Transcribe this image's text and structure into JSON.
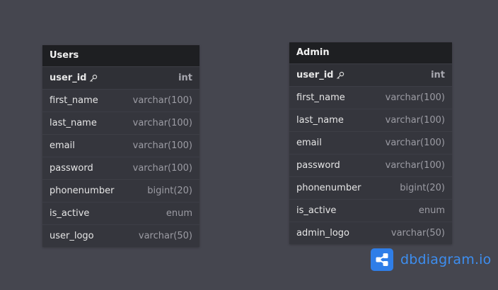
{
  "tables": [
    {
      "name": "Users",
      "columns": [
        {
          "name": "user_id",
          "type": "int",
          "pk": true
        },
        {
          "name": "first_name",
          "type": "varchar(100)"
        },
        {
          "name": "last_name",
          "type": "varchar(100)"
        },
        {
          "name": "email",
          "type": "varchar(100)"
        },
        {
          "name": "password",
          "type": "varchar(100)"
        },
        {
          "name": "phonenumber",
          "type": "bigint(20)"
        },
        {
          "name": "is_active",
          "type": "enum"
        },
        {
          "name": "user_logo",
          "type": "varchar(50)"
        }
      ]
    },
    {
      "name": "Admin",
      "columns": [
        {
          "name": "user_id",
          "type": "int",
          "pk": true
        },
        {
          "name": "first_name",
          "type": "varchar(100)"
        },
        {
          "name": "last_name",
          "type": "varchar(100)"
        },
        {
          "name": "email",
          "type": "varchar(100)"
        },
        {
          "name": "password",
          "type": "varchar(100)"
        },
        {
          "name": "phonenumber",
          "type": "bigint(20)"
        },
        {
          "name": "is_active",
          "type": "enum"
        },
        {
          "name": "admin_logo",
          "type": "varchar(50)"
        }
      ]
    }
  ],
  "brand": {
    "name": "dbdiagram",
    "tld": ".io",
    "icon": "share-nodes-icon"
  },
  "colors": {
    "canvas": "#45464f",
    "table_body": "#35363d",
    "table_header": "#1e1f22",
    "brand_blue": "#2f7ee8"
  }
}
